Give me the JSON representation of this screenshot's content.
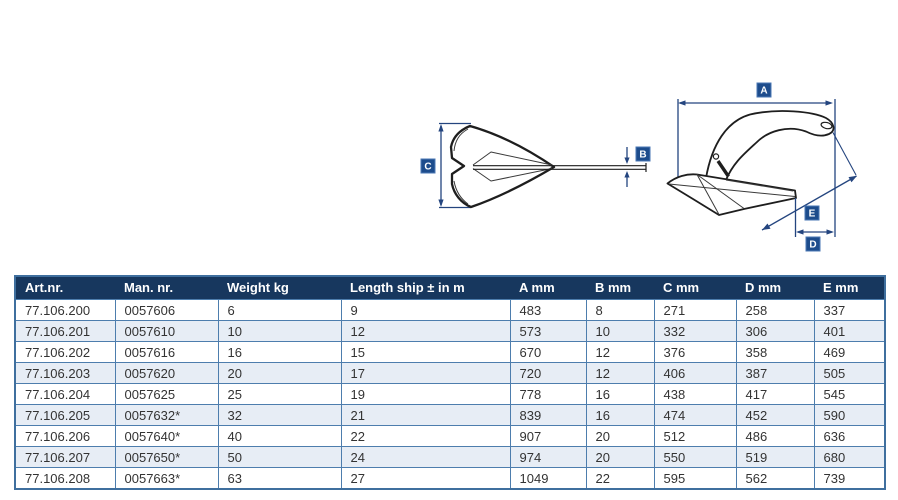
{
  "page": {
    "background": "#ffffff"
  },
  "diagrams": {
    "top_view": {
      "description": "anchor-top-view",
      "labels": {
        "c": "C",
        "b": "B"
      }
    },
    "side_view": {
      "description": "anchor-side-view",
      "labels": {
        "a": "A",
        "d": "D",
        "e": "E"
      }
    }
  },
  "table": {
    "columns": [
      "Art.nr.",
      "Man. nr.",
      "Weight kg",
      "Length ship ± in m",
      "A mm",
      "B mm",
      "C mm",
      "D mm",
      "E mm"
    ],
    "rows": [
      [
        "77.106.200",
        "0057606",
        "6",
        "9",
        "483",
        "8",
        "271",
        "258",
        "337"
      ],
      [
        "77.106.201",
        "0057610",
        "10",
        "12",
        "573",
        "10",
        "332",
        "306",
        "401"
      ],
      [
        "77.106.202",
        "0057616",
        "16",
        "15",
        "670",
        "12",
        "376",
        "358",
        "469"
      ],
      [
        "77.106.203",
        "0057620",
        "20",
        "17",
        "720",
        "12",
        "406",
        "387",
        "505"
      ],
      [
        "77.106.204",
        "0057625",
        "25",
        "19",
        "778",
        "16",
        "438",
        "417",
        "545"
      ],
      [
        "77.106.205",
        "0057632*",
        "32",
        "21",
        "839",
        "16",
        "474",
        "452",
        "590"
      ],
      [
        "77.106.206",
        "0057640*",
        "40",
        "22",
        "907",
        "20",
        "512",
        "486",
        "636"
      ],
      [
        "77.106.207",
        "0057650*",
        "50",
        "24",
        "974",
        "20",
        "550",
        "519",
        "680"
      ],
      [
        "77.106.208",
        "0057663*",
        "63",
        "27",
        "1049",
        "22",
        "595",
        "562",
        "739"
      ]
    ]
  },
  "colors": {
    "table_header_bg": "#17375e",
    "table_header_text": "#ffffff",
    "row_stripe": "#e7edf5",
    "table_border": "#4d7dad",
    "dimension_line": "#24457f",
    "dimension_label_bg": "#1d4c8c",
    "anchor_outline": "#1e1e1e"
  }
}
